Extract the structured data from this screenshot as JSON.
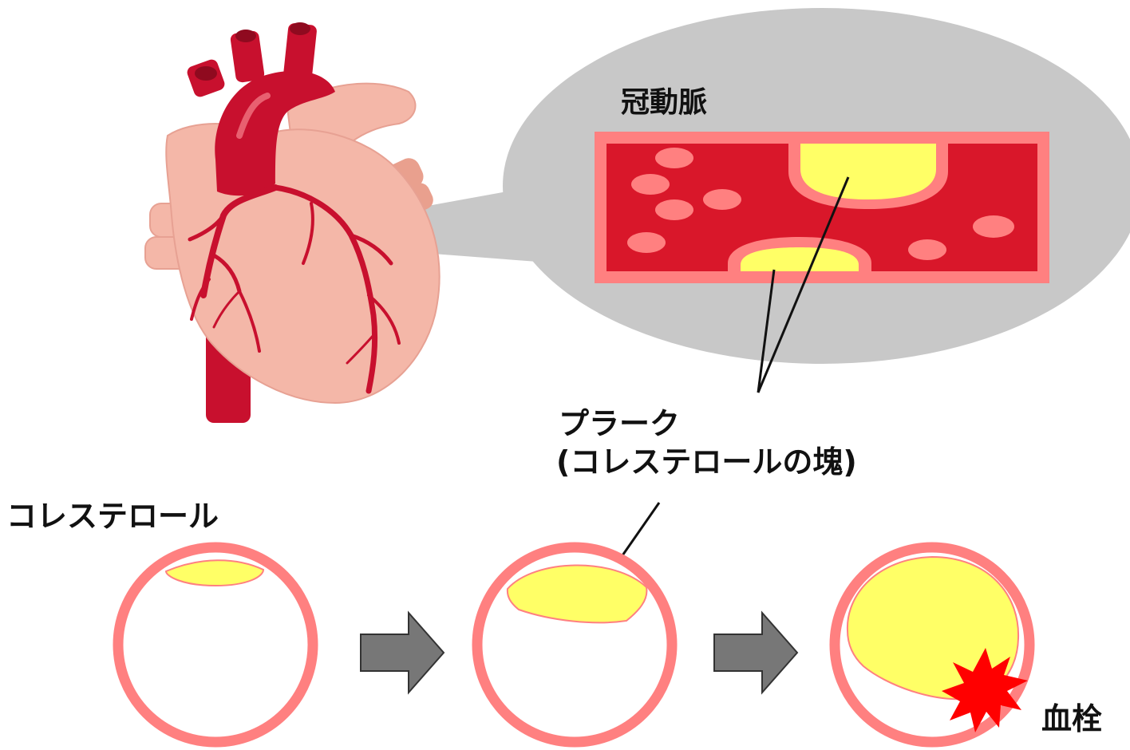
{
  "labels": {
    "coronary_artery": "冠動脈",
    "plaque_line1": "プラーク",
    "plaque_line2": "(コレステロールの塊)",
    "cholesterol": "コレステロール",
    "thrombus": "血栓"
  },
  "colors": {
    "vessel_wall": "#ff8080",
    "blood": "#d9172a",
    "plaque": "#ffff66",
    "bubble": "#c8c8c8",
    "arrow": "#777777",
    "heart_tissue": "#f4b7a8",
    "heart_vessel": "#c8102e",
    "burst": "#ff0000"
  },
  "icons": [
    "heart-illustration",
    "arrow-right-icon",
    "burst-icon"
  ]
}
